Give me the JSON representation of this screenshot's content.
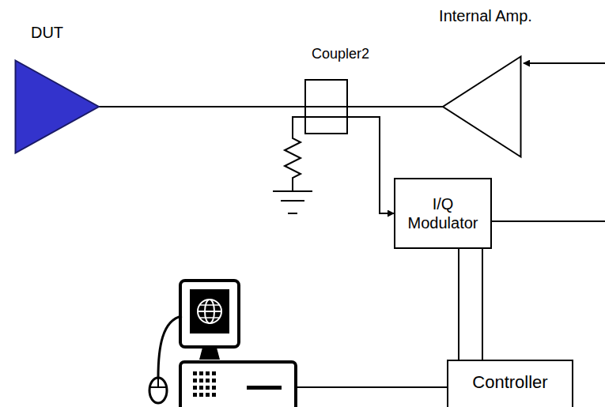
{
  "diagram": {
    "nodes": [
      {
        "text": [
          "DUT"
        ]
      },
      {
        "text": [
          "Coupler2"
        ]
      },
      {
        "text": [
          "Internal Amp."
        ]
      },
      {
        "text": [
          "I/Q Modulator"
        ]
      },
      {
        "text": [
          "Controller"
        ]
      }
    ],
    "edges": [
      {
        "from": 0,
        "to": 1,
        "arrow": "none"
      },
      {
        "from": 1,
        "to": 2,
        "arrow": "none"
      },
      {
        "from": 1,
        "to": 3,
        "arrow": "to"
      },
      {
        "from": 3,
        "to": 4,
        "arrow": "none"
      },
      {
        "from": 3,
        "to": 4,
        "arrow": "none"
      }
    ]
  }
}
